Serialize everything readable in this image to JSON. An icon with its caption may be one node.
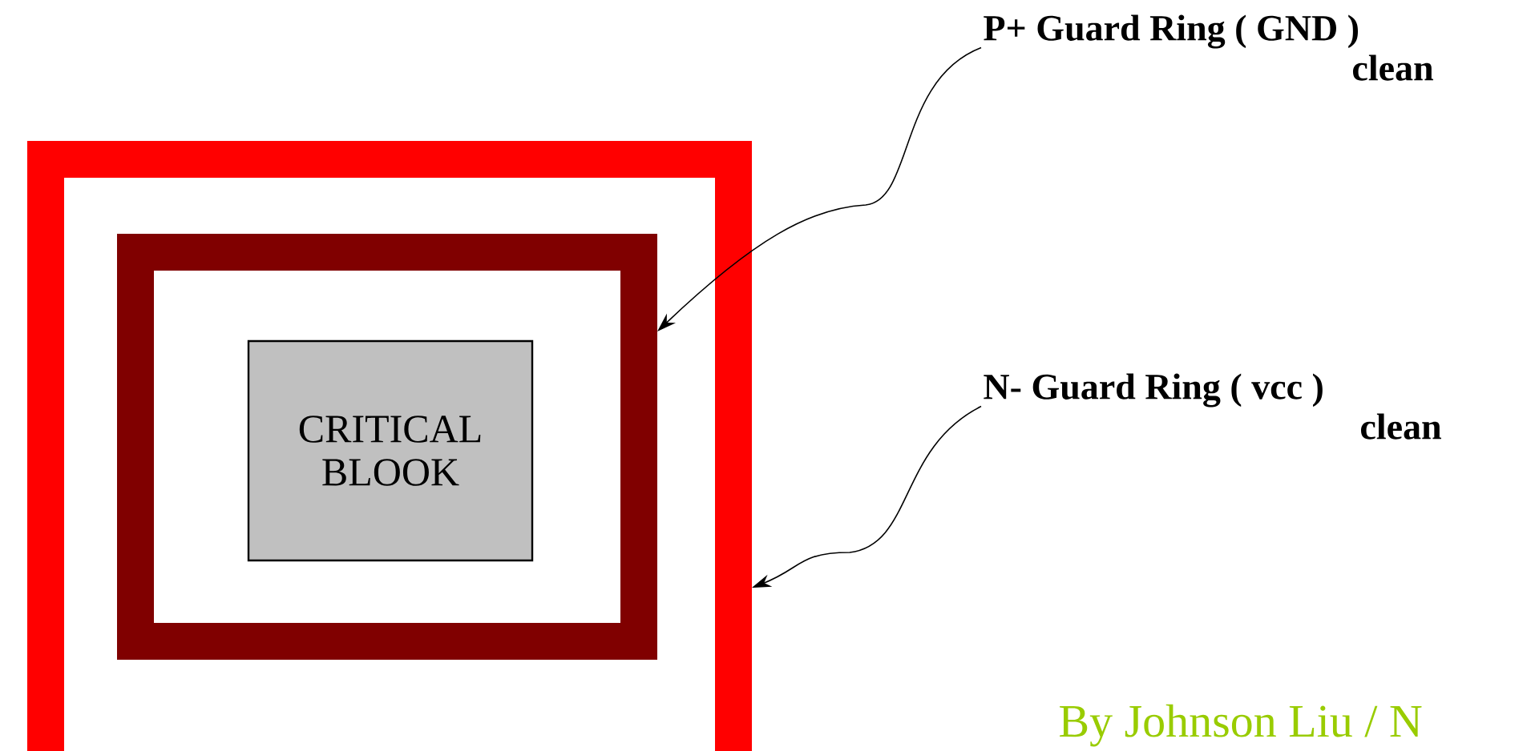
{
  "diagram": {
    "nodes": [
      {
        "text": [],
        "shape": "box"
      },
      {
        "text": [],
        "shape": "box",
        "in": 0
      },
      {
        "text": [
          "CRITICAL BLOOK"
        ],
        "in": 1
      },
      {
        "text": [
          "P+ Guard Ring ( GND )",
          "clean"
        ]
      },
      {
        "text": [
          "N- Guard Ring ( vcc )",
          "clean"
        ]
      }
    ],
    "edges": [
      {
        "from": 3,
        "to": 1,
        "arrow": "to"
      },
      {
        "from": 4,
        "to": 0,
        "arrow": "to"
      }
    ],
    "labels": [
      "By Johnson Liu / N"
    ]
  }
}
